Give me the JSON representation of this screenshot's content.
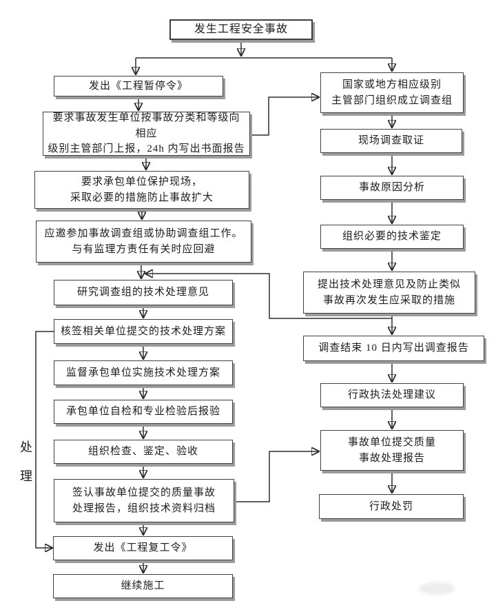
{
  "colors": {
    "line": "#2b2b2b",
    "box_border": "#3f3f3f",
    "box_shadow": "#9b9b9b",
    "text": "#1c1c1c"
  },
  "side_label": "处理",
  "nodes": {
    "top": "发生工程安全事故",
    "l1": "发出《工程暂停令》",
    "l2": "要求事故发生单位按事故分类和等级向相应\n级别主管部门上报，24h 内写出书面报告",
    "l3": "要求承包单位保护现场，\n采取必要的措施防止事故扩大",
    "l4": "应邀参加事故调查组或协助调查组工作。\n与有监理方责任有关时应回避",
    "l5": "研究调查组的技术处理意见",
    "l6": "核签相关单位提交的技术处理方案",
    "l7": "监督承包单位实施技术处理方案",
    "l8": "承包单位自检和专业检验后报验",
    "l9": "组织检查、鉴定、验收",
    "l10": "签认事故单位提交的质量事故\n处理报告，组织技术资料归档",
    "l11": "发出《工程复工令》",
    "l12": "继续施工",
    "r1": "国家或地方相应级别\n主管部门组织成立调查组",
    "r2": "现场调查取证",
    "r3": "事故原因分析",
    "r4": "组织必要的技术鉴定",
    "r5": "提出技术处理意见及防止类似\n事故再次发生应采取的措施",
    "r6": "调查结束 10 日内写出调查报告",
    "r7": "行政执法处理建议",
    "r8": "事故单位提交质量\n事故处理报告",
    "r9": "行政处罚"
  }
}
